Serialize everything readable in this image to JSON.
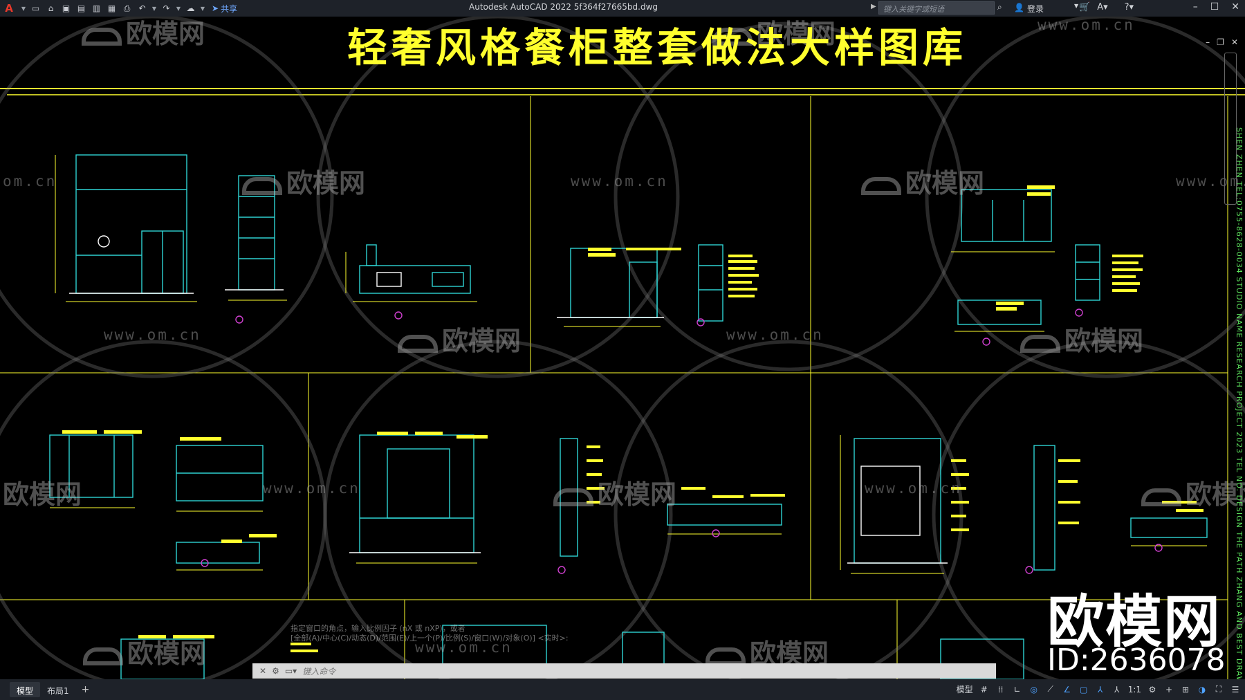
{
  "titlebar": {
    "app_logo": "A",
    "quick_access": [
      "new-icon",
      "open-icon",
      "save-icon",
      "saveas-icon",
      "publish-icon",
      "plot-preview-icon",
      "print-icon",
      "undo-icon",
      "redo-icon",
      "share-cloud-icon"
    ],
    "share_label": "共享",
    "title": "Autodesk AutoCAD 2022    5f364f27665bd.dwg",
    "search_placeholder": "键入关键字或短语",
    "login_label": "登录"
  },
  "drawing": {
    "title": "轻奢风格餐柜整套做法大样图库",
    "line_color": "#ffff2e",
    "watermark_url": "www.om.cn",
    "watermark_url_partial": "om.cn",
    "watermark_brand": "欧模网",
    "brand_big": "欧模网",
    "brand_id": "ID:2636078",
    "side_text": "SHEN ZHEN TEL:0755-8628-0034 STUDIO NAME RESEARCH PROJECT 2023 TEL NO. DESIGN THE PATH ZHANG AND BEST DRAWINGS"
  },
  "command": {
    "placeholder": "键入命令",
    "history": [
      "指定窗口的角点，输入比例因子 (nX 或 nXP)，或者",
      "[全部(A)/中心(C)/动态(D)/范围(E)/上一个(P)/比例(S)/窗口(W)/对象(O)] <实时>:"
    ]
  },
  "statusbar": {
    "tabs": [
      "模型",
      "布局1"
    ],
    "add_tab": "+",
    "model_label": "模型",
    "scale": "1:1"
  }
}
